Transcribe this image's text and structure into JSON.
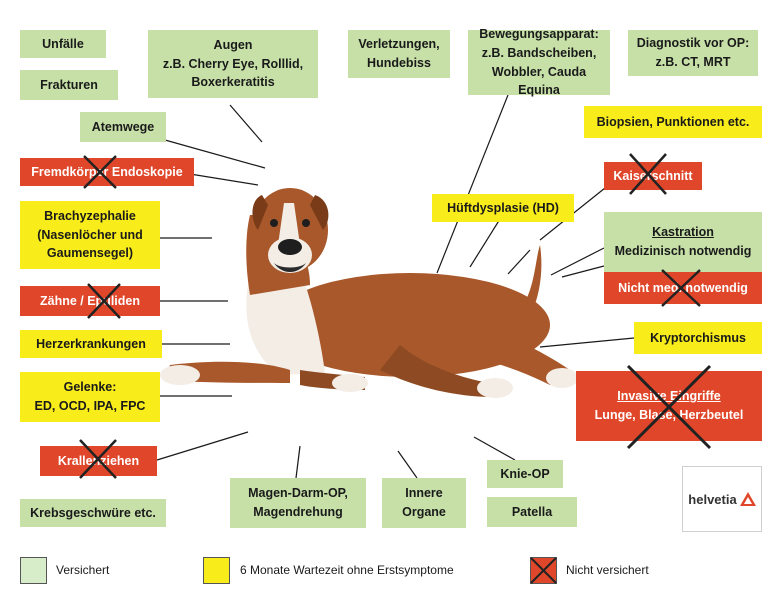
{
  "boxes": {
    "unfaelle": "Unfälle",
    "frakturen": "Frakturen",
    "augen": {
      "line1": "Augen",
      "line2": "z.B. Cherry Eye, Rolllid,",
      "line3": "Boxerkeratitis"
    },
    "verletzungen": {
      "line1": "Verletzungen,",
      "line2": "Hundebiss"
    },
    "bewegung": {
      "line1": "Bewegungsapparat:",
      "line2": "z.B. Bandscheiben,",
      "line3": "Wobbler, Cauda Equina"
    },
    "diagnostik": {
      "line1": "Diagnostik vor OP:",
      "line2": "z.B. CT, MRT"
    },
    "atemwege": "Atemwege",
    "biopsien": "Biopsien, Punktionen etc.",
    "fremdkoerper": "Fremdkörper Endoskopie",
    "kaiserschnitt": "Kaiserschnitt",
    "hueftdysplasie": "Hüftdysplasie (HD)",
    "brachy": {
      "line1": "Brachyzephalie",
      "line2": "(Nasenlöcher und",
      "line3": "Gaumensegel)"
    },
    "kastration": {
      "line1": "Kastration",
      "line2": "Medizinisch notwendig"
    },
    "nicht_med": "Nicht med. notwendig",
    "zaehne": "Zähne / Epuliden",
    "kryptorchismus": "Kryptorchismus",
    "herz": "Herzerkrankungen",
    "invasive": {
      "line1": "Invasive Eingriffe",
      "line2": "Lunge, Blase, Herzbeutel"
    },
    "gelenke": {
      "line1": "Gelenke:",
      "line2": "ED, OCD, IPA, FPC"
    },
    "krallen": "Krallenziehen",
    "knie": "Knie-OP",
    "magen": {
      "line1": "Magen-Darm-OP,",
      "line2": "Magendrehung"
    },
    "organe": {
      "line1": "Innere",
      "line2": "Organe"
    },
    "patella": "Patella",
    "krebs": "Krebsgeschwüre etc."
  },
  "legend": {
    "versichert": "Versichert",
    "wartezeit": "6 Monate Wartezeit ohne Erstsymptome",
    "nicht_versichert": "Nicht versichert"
  },
  "logo": {
    "text": "helvetia"
  },
  "colors": {
    "green": "#c6e0a8",
    "yellow": "#f8ec1a",
    "red": "#e0472a",
    "dog_brown": "#a8582a",
    "cross": "#222222"
  }
}
